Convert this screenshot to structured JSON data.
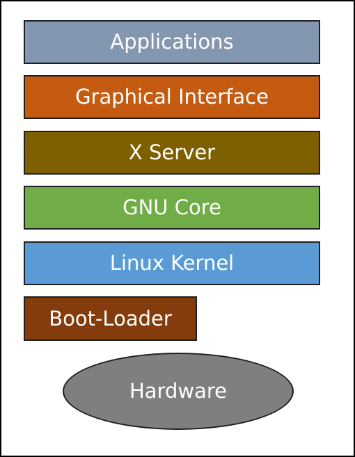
{
  "diagram": {
    "layers": [
      {
        "label": "Applications",
        "color": "#8497b0"
      },
      {
        "label": "Graphical Interface",
        "color": "#c55a11"
      },
      {
        "label": "X Server",
        "color": "#7f6000"
      },
      {
        "label": "GNU Core",
        "color": "#70ad47"
      },
      {
        "label": "Linux Kernel",
        "color": "#5b9bd5"
      },
      {
        "label": "Boot-Loader",
        "color": "#843c0c"
      }
    ],
    "base": {
      "label": "Hardware",
      "color": "#7f7f7f"
    }
  }
}
